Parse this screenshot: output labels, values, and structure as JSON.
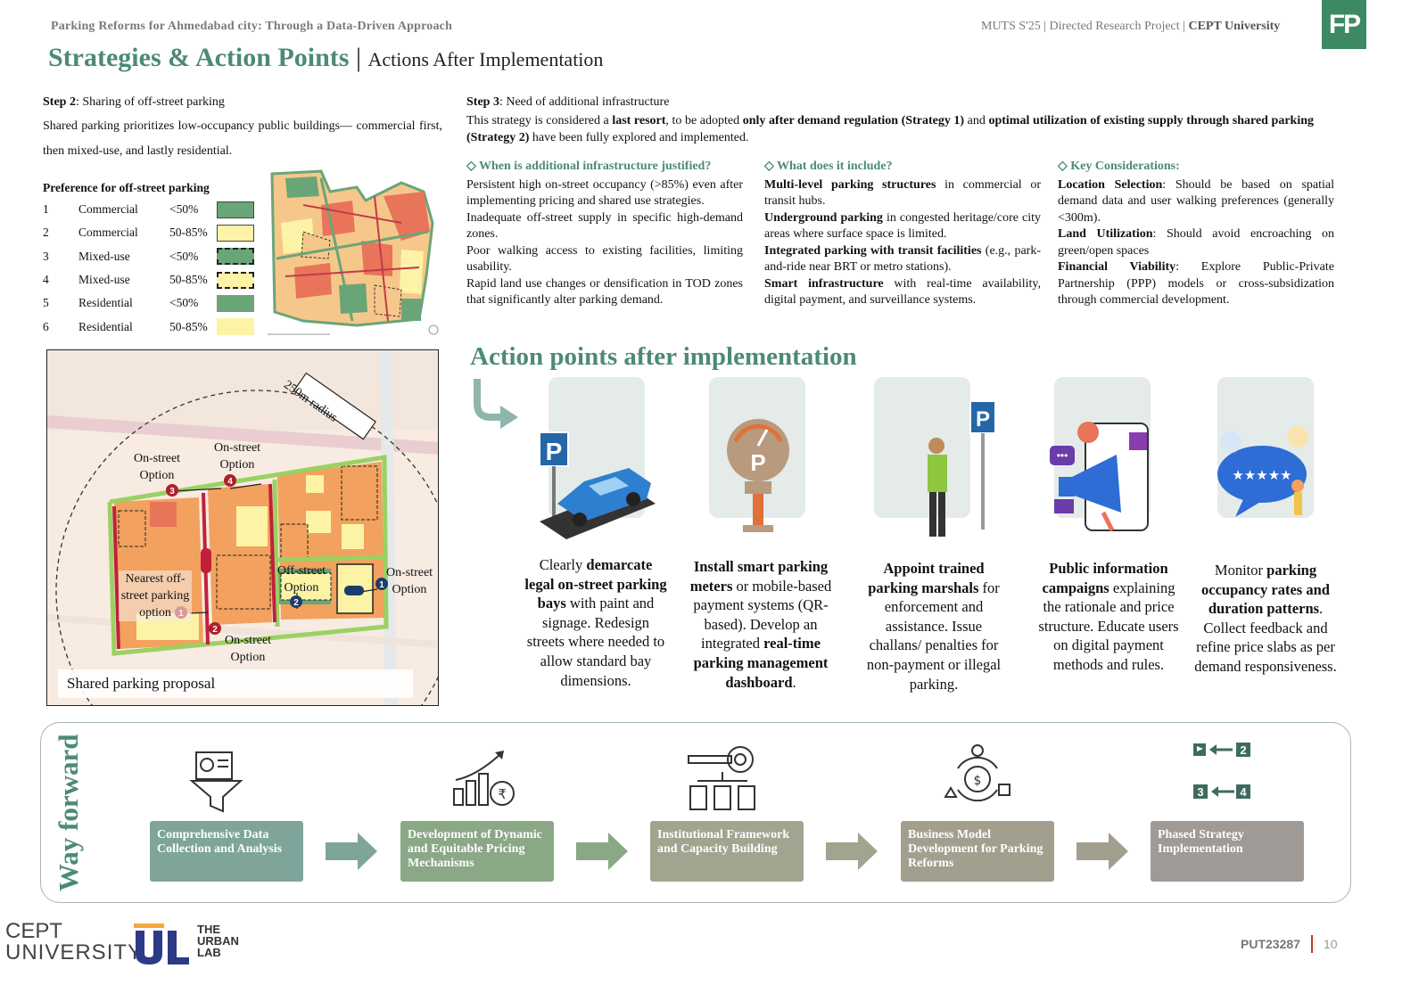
{
  "header": {
    "left": "Parking Reforms for Ahmedabad city: Through a Data-Driven Approach",
    "right_a": "MUTS S'25 | Directed Research Project | ",
    "right_b": "CEPT University",
    "badge": "FP"
  },
  "title": {
    "main": "Strategies & Action Points",
    "sep": " | ",
    "sub": "Actions After Implementation"
  },
  "step2": {
    "label": "Step 2",
    "heading": ": Sharing of off-street parking",
    "text": "Shared parking prioritizes low-occupancy public buildings— commercial first, then mixed-use, and lastly residential.",
    "pref_heading": "Preference for off-street parking",
    "rows": [
      {
        "n": "1",
        "type": "Commercial",
        "occ": "<50%",
        "color": "#6aa577",
        "dashed": false
      },
      {
        "n": "2",
        "type": "Commercial",
        "occ": "50-85%",
        "color": "#fdf3a6",
        "dashed": false
      },
      {
        "n": "3",
        "type": "Mixed-use",
        "occ": "<50%",
        "color": "#6aa577",
        "dashed": true
      },
      {
        "n": "4",
        "type": "Mixed-use",
        "occ": "50-85%",
        "color": "#fdf3a6",
        "dashed": true
      },
      {
        "n": "5",
        "type": "Residential",
        "occ": "<50%",
        "color": "#6aa577",
        "dashed": false,
        "noborder": true
      },
      {
        "n": "6",
        "type": "Residential",
        "occ": "50-85%",
        "color": "#fdf3a6",
        "dashed": false,
        "noborder": true
      }
    ]
  },
  "map": {
    "radius_label": "250m radius",
    "on_street_1": "On-street Option",
    "on_street_2": "On-street Option",
    "on_street_3": "On-street Option",
    "on_street_4": "On-street Option",
    "nearest": "Nearest off-street parking option",
    "off_street": "Off-street Option",
    "caption": "Shared parking proposal"
  },
  "step3": {
    "label": "Step 3",
    "heading": ": Need of additional infrastructure",
    "t1": "This strategy is considered a ",
    "t2": "last resort",
    "t3": ", to be adopted ",
    "t4": "only after demand regulation (Strategy 1)",
    "t5": " and ",
    "t6": "optimal utilization of existing supply through shared parking (Strategy 2)",
    "t7": " have been fully explored and implemented."
  },
  "cols": {
    "c1_head": "When is additional infrastructure justified?",
    "c1_p1": "Persistent high on-street occupancy (>85%) even after implementing pricing and shared use strategies.",
    "c1_p2": "Inadequate off-street supply in specific high-demand zones.",
    "c1_p3": "Poor walking access to existing facilities, limiting usability.",
    "c1_p4": "Rapid land use changes or densification in TOD zones that significantly alter parking demand.",
    "c2_head": "What does it include?",
    "c2_b1": "Multi-level parking structures",
    "c2_t1": " in commercial or transit hubs.",
    "c2_b2": "Underground parking",
    "c2_t2": " in congested heritage/core city areas where surface space is limited.",
    "c2_b3": "Integrated parking with transit facilities",
    "c2_t3": " (e.g., park-and-ride near BRT or metro stations).",
    "c2_b4": "Smart infrastructure",
    "c2_t4": " with real-time availability, digital payment, and surveillance systems.",
    "c3_head": "Key Considerations:",
    "c3_b1": "Location Selection",
    "c3_t1": ": Should be based on spatial demand data and user walking preferences (generally <300m).",
    "c3_b2": "Land Utilization",
    "c3_t2": ": Should avoid encroaching on green/open spaces",
    "c3_b3": "Financial Viability",
    "c3_t3": ": Explore Public-Private Partnership (PPP) models or cross-subsidization through commercial development."
  },
  "action_points": {
    "title": "Action points after implementation",
    "a1_t1": "Clearly ",
    "a1_b1": "demarcate legal on-street parking bays",
    "a1_t2": " with paint and signage. Redesign streets where needed to allow standard bay dimensions.",
    "a2_b1": "Install smart parking meters",
    "a2_t1": " or mobile-based payment systems (QR-based). Develop an integrated ",
    "a2_b2": "real-time parking management dashboard",
    "a2_t2": ".",
    "a3_b1": "Appoint trained parking marshals",
    "a3_t1": " for enforcement and assistance. Issue challans/ penalties for non-payment or illegal parking.",
    "a4_b1": "Public information campaigns",
    "a4_t1": " explaining the rationale and price structure. Educate users on digital payment methods and rules.",
    "a5_t1": "Monitor ",
    "a5_b1": "parking occupancy rates and duration patterns",
    "a5_t2": ". Collect feedback and refine price slabs as per demand responsiveness."
  },
  "way_forward": {
    "label": "Way forward",
    "steps": [
      {
        "label": "Comprehensive Data Collection and Analysis",
        "color": "#7fa59b"
      },
      {
        "label": "Development of Dynamic and Equitable Pricing Mechanisms",
        "color": "#8aa786"
      },
      {
        "label": "Institutional Framework and Capacity Building",
        "color": "#9fa58f"
      },
      {
        "label": "Business Model Development for Parking Reforms",
        "color": "#a39f8f"
      },
      {
        "label": "Phased Strategy Implementation",
        "color": "#a09a96"
      }
    ],
    "phase_nums": [
      "2",
      "3",
      "4"
    ]
  },
  "footer": {
    "cept_1": "CEPT",
    "cept_2": "UNIVERSITY",
    "lab_1": "THE",
    "lab_2": "URBAN",
    "lab_3": "LAB",
    "id": "PUT23287",
    "page": "10"
  }
}
